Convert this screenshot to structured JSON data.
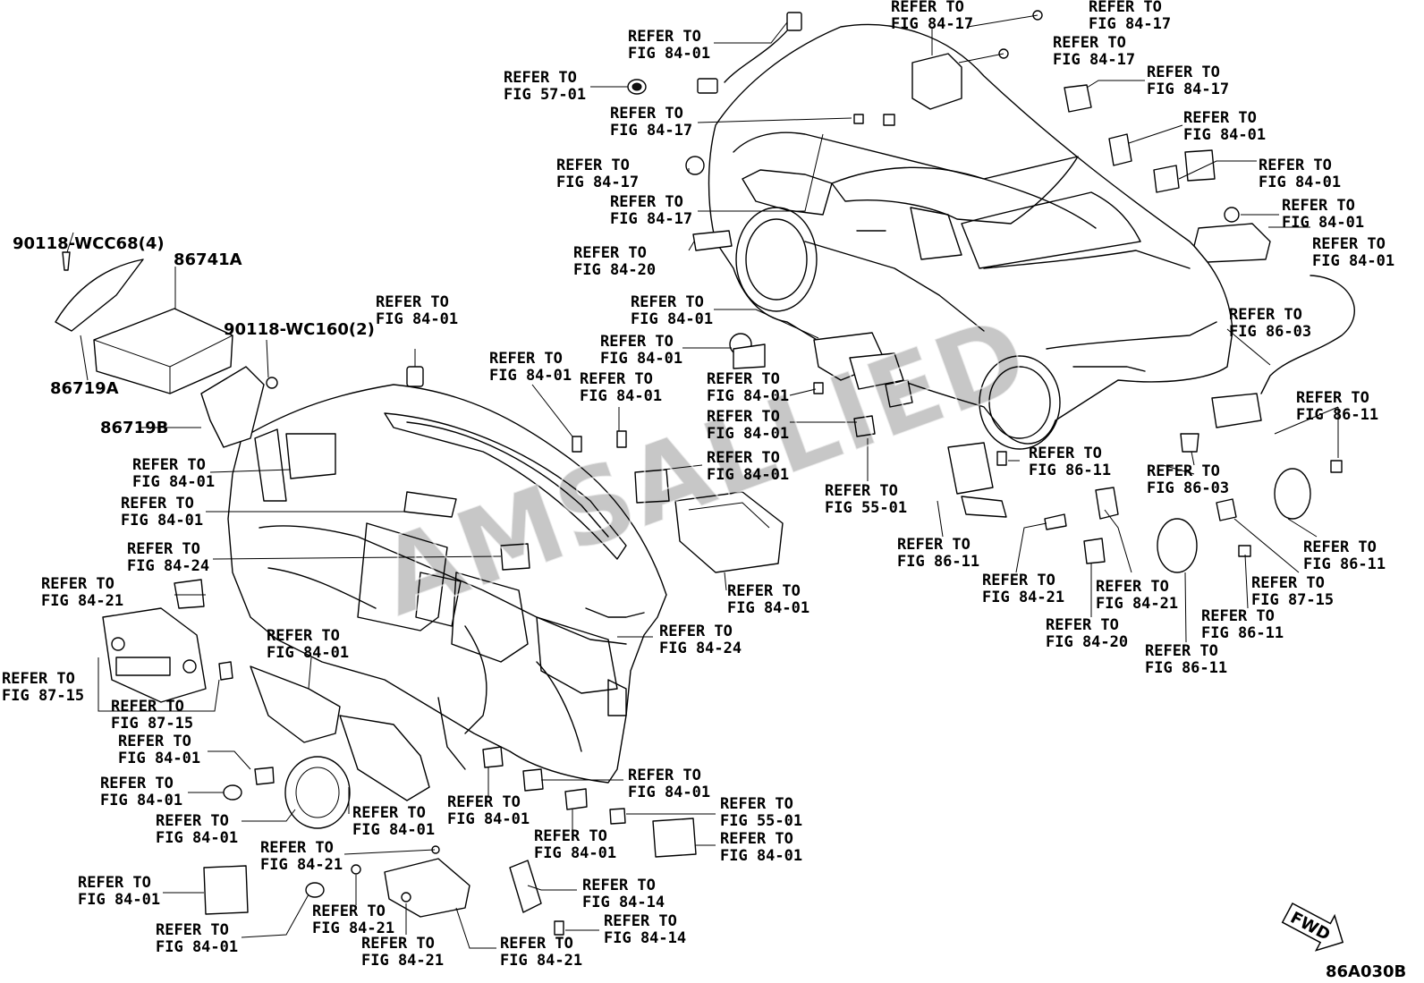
{
  "watermark": "AMSALLIED",
  "drawing_id": "86A030B",
  "fwd_label": "FWD",
  "part_numbers": {
    "bolt_wcc68": "90118-WCC68(4)",
    "module": "86741A",
    "bracket_a": "86719A",
    "screw_wc160": "90118-WC160(2)",
    "bracket_b": "86719B"
  },
  "refer_word": "REFER TO",
  "callouts": [
    {
      "id": "c01",
      "fig": "FIG 84-01"
    },
    {
      "id": "c02",
      "fig": "FIG 57-01"
    },
    {
      "id": "c03",
      "fig": "FIG 84-17"
    },
    {
      "id": "c04",
      "fig": "FIG 84-17"
    },
    {
      "id": "c05",
      "fig": "FIG 84-17"
    },
    {
      "id": "c06",
      "fig": "FIG 84-17"
    },
    {
      "id": "c07",
      "fig": "FIG 84-17"
    },
    {
      "id": "c08",
      "fig": "FIG 84-17"
    },
    {
      "id": "c09",
      "fig": "FIG 84-17"
    },
    {
      "id": "c10",
      "fig": "FIG 84-01"
    },
    {
      "id": "c11",
      "fig": "FIG 84-01"
    },
    {
      "id": "c12",
      "fig": "FIG 84-01"
    },
    {
      "id": "c13",
      "fig": "FIG 84-01"
    },
    {
      "id": "c14",
      "fig": "FIG 84-20"
    },
    {
      "id": "c15",
      "fig": "FIG 86-03"
    },
    {
      "id": "c16",
      "fig": "FIG 84-01"
    },
    {
      "id": "c17",
      "fig": "FIG 84-01"
    },
    {
      "id": "c18",
      "fig": "FIG 84-01"
    },
    {
      "id": "c19",
      "fig": "FIG 84-01"
    },
    {
      "id": "c20",
      "fig": "FIG 84-01"
    },
    {
      "id": "c21",
      "fig": "FIG 84-01"
    },
    {
      "id": "c22",
      "fig": "FIG 84-01"
    },
    {
      "id": "c23",
      "fig": "FIG 84-01"
    },
    {
      "id": "c24",
      "fig": "FIG 86-11"
    },
    {
      "id": "c25",
      "fig": "FIG 86-11"
    },
    {
      "id": "c26",
      "fig": "FIG 84-01"
    },
    {
      "id": "c27",
      "fig": "FIG 84-01"
    },
    {
      "id": "c28",
      "fig": "FIG 86-03"
    },
    {
      "id": "c29",
      "fig": "FIG 55-01"
    },
    {
      "id": "c30",
      "fig": "FIG 84-24"
    },
    {
      "id": "c31",
      "fig": "FIG 86-11"
    },
    {
      "id": "c32",
      "fig": "FIG 84-21"
    },
    {
      "id": "c33",
      "fig": "FIG 84-01"
    },
    {
      "id": "c34",
      "fig": "FIG 84-21"
    },
    {
      "id": "c35",
      "fig": "FIG 86-11"
    },
    {
      "id": "c36",
      "fig": "FIG 87-15"
    },
    {
      "id": "c37",
      "fig": "FIG 84-21"
    },
    {
      "id": "c38",
      "fig": "FIG 84-20"
    },
    {
      "id": "c39",
      "fig": "FIG 86-11"
    },
    {
      "id": "c40",
      "fig": "FIG 84-24"
    },
    {
      "id": "c41",
      "fig": "FIG 86-11"
    },
    {
      "id": "c42",
      "fig": "FIG 87-15"
    },
    {
      "id": "c43",
      "fig": "FIG 84-01"
    },
    {
      "id": "c44",
      "fig": "FIG 87-15"
    },
    {
      "id": "c45",
      "fig": "FIG 84-01"
    },
    {
      "id": "c46",
      "fig": "FIG 84-01"
    },
    {
      "id": "c47",
      "fig": "FIG 84-01"
    },
    {
      "id": "c48",
      "fig": "FIG 84-01"
    },
    {
      "id": "c49",
      "fig": "FIG 84-01"
    },
    {
      "id": "c50",
      "fig": "FIG 84-01"
    },
    {
      "id": "c51",
      "fig": "FIG 55-01"
    },
    {
      "id": "c52",
      "fig": "FIG 84-01"
    },
    {
      "id": "c53",
      "fig": "FIG 84-01"
    },
    {
      "id": "c54",
      "fig": "FIG 84-21"
    },
    {
      "id": "c55",
      "fig": "FIG 84-14"
    },
    {
      "id": "c56",
      "fig": "FIG 84-14"
    },
    {
      "id": "c57",
      "fig": "FIG 84-01"
    },
    {
      "id": "c58",
      "fig": "FIG 84-01"
    },
    {
      "id": "c59",
      "fig": "FIG 84-21"
    },
    {
      "id": "c60",
      "fig": "FIG 84-21"
    },
    {
      "id": "c61",
      "fig": "FIG 84-21"
    }
  ]
}
